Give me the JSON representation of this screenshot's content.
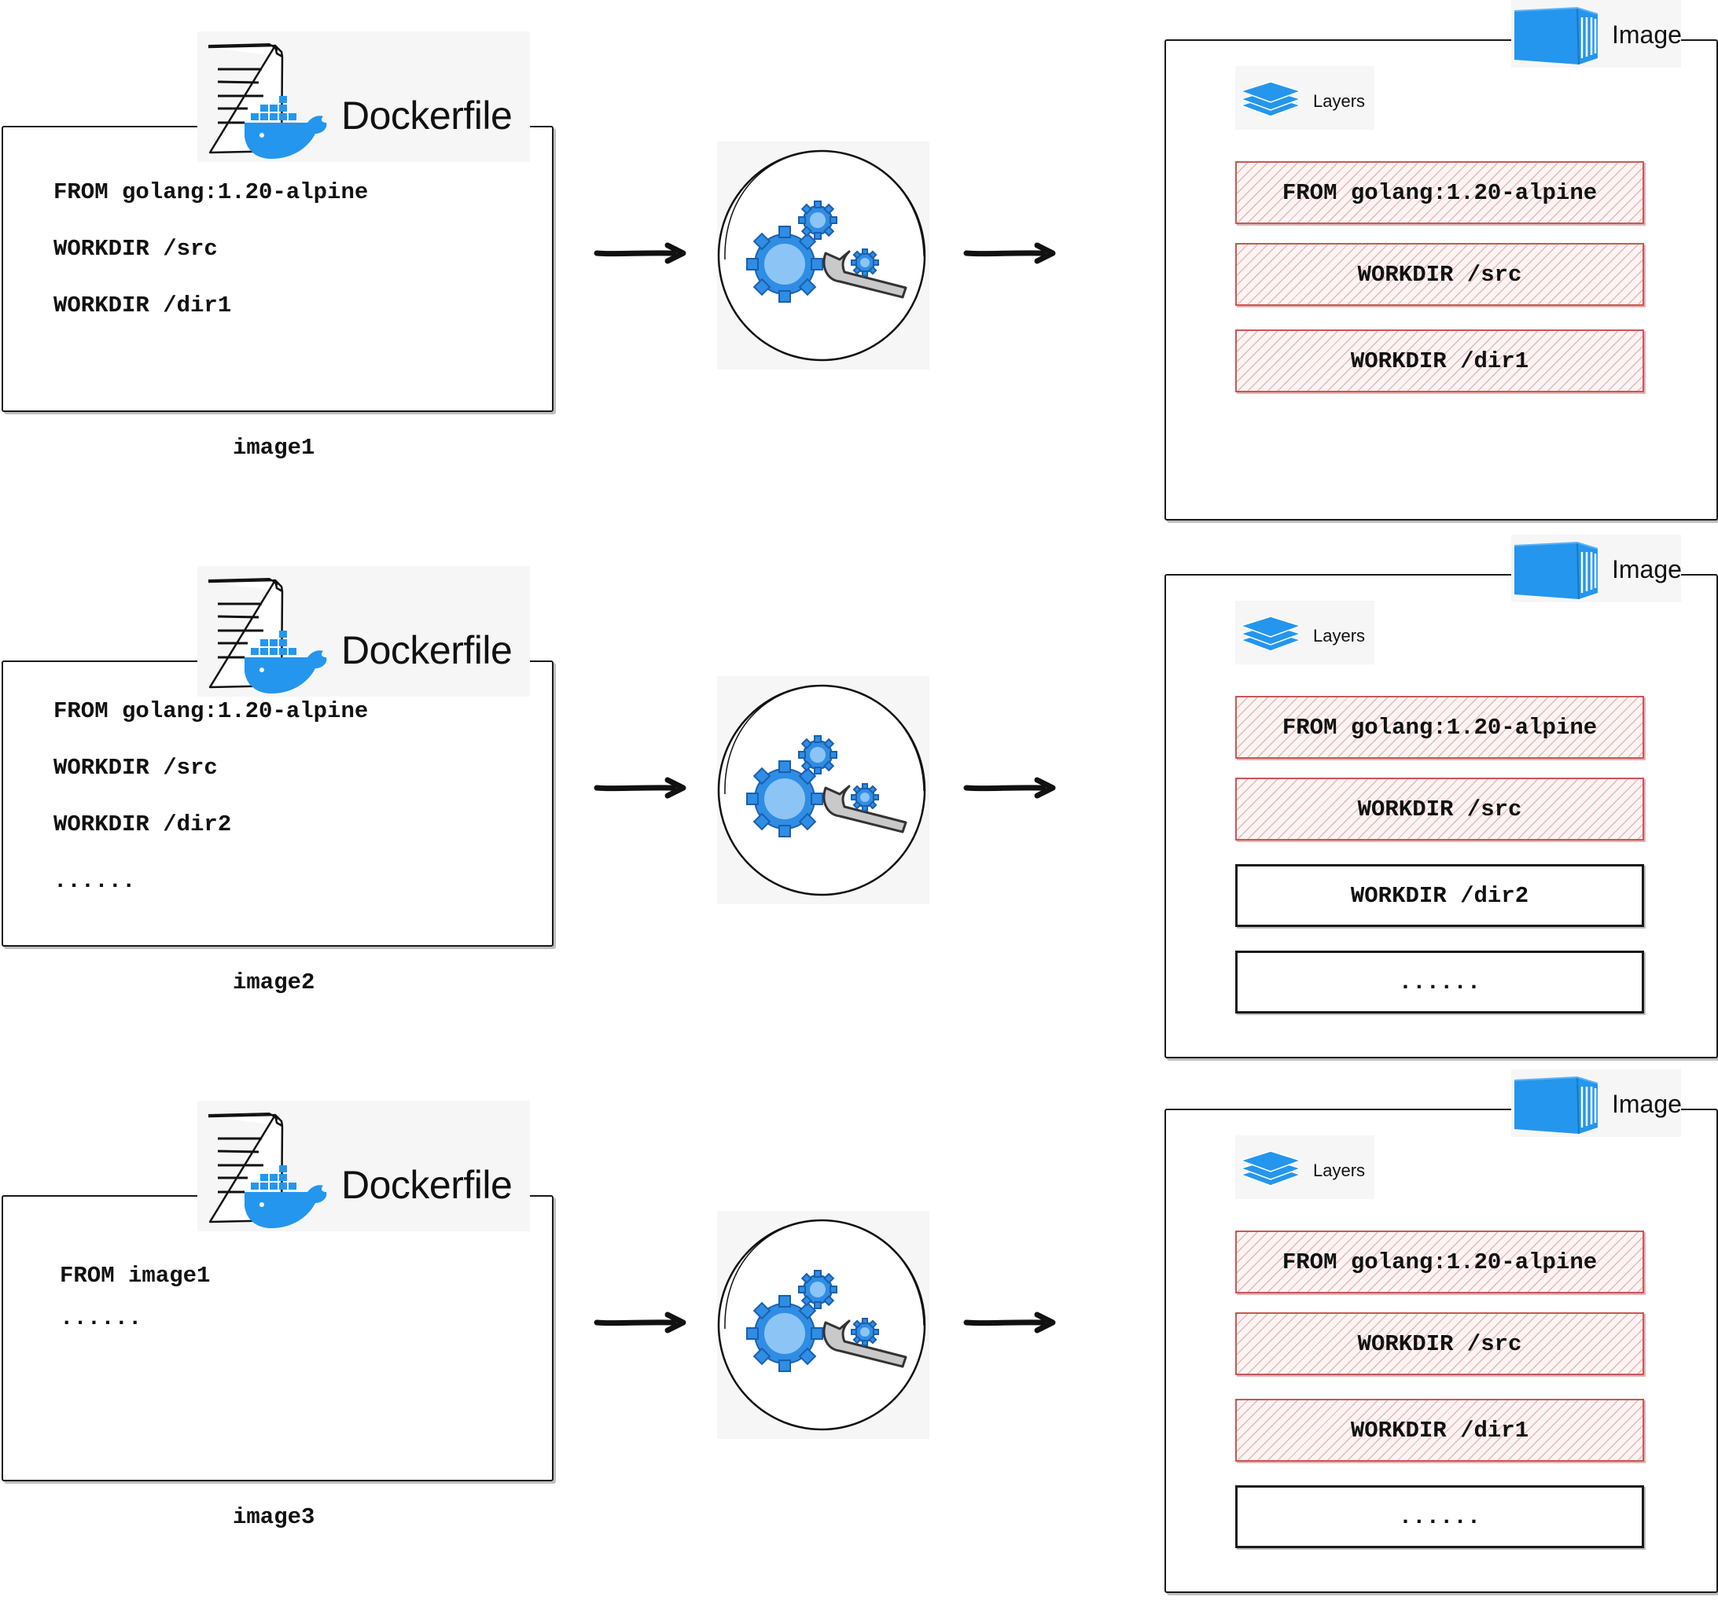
{
  "dockerfile_label": "Dockerfile",
  "image_label": "Image",
  "layers_label": "Layers",
  "rows": [
    {
      "dockerfile_lines": [
        "FROM golang:1.20-alpine",
        "WORKDIR /src",
        "WORKDIR /dir1"
      ],
      "caption": "image1",
      "layers": [
        {
          "text": "FROM golang:1.20-alpine",
          "state": "cached"
        },
        {
          "text": "WORKDIR /src",
          "state": "cached"
        },
        {
          "text": "WORKDIR /dir1",
          "state": "cached"
        }
      ]
    },
    {
      "dockerfile_lines": [
        "FROM golang:1.20-alpine",
        "WORKDIR /src",
        "WORKDIR /dir2",
        "......"
      ],
      "caption": "image2",
      "layers": [
        {
          "text": "FROM golang:1.20-alpine",
          "state": "cached"
        },
        {
          "text": "WORKDIR /src",
          "state": "cached"
        },
        {
          "text": "WORKDIR /dir2",
          "state": "new"
        },
        {
          "text": "......",
          "state": "new"
        }
      ]
    },
    {
      "dockerfile_lines": [
        "FROM image1",
        "......"
      ],
      "caption": "image3",
      "layers": [
        {
          "text": "FROM golang:1.20-alpine",
          "state": "cached"
        },
        {
          "text": "WORKDIR /src",
          "state": "cached"
        },
        {
          "text": "WORKDIR /dir1",
          "state": "cached"
        },
        {
          "text": "......",
          "state": "new"
        }
      ]
    }
  ],
  "colors": {
    "docker_blue": "#2496ed",
    "cached_layer_red": "#c95757",
    "outline": "#1a1a1a"
  },
  "icons": [
    "document-icon",
    "docker-whale-icon",
    "build-gears-icon",
    "arrow-right-icon",
    "container-icon",
    "layers-icon"
  ]
}
